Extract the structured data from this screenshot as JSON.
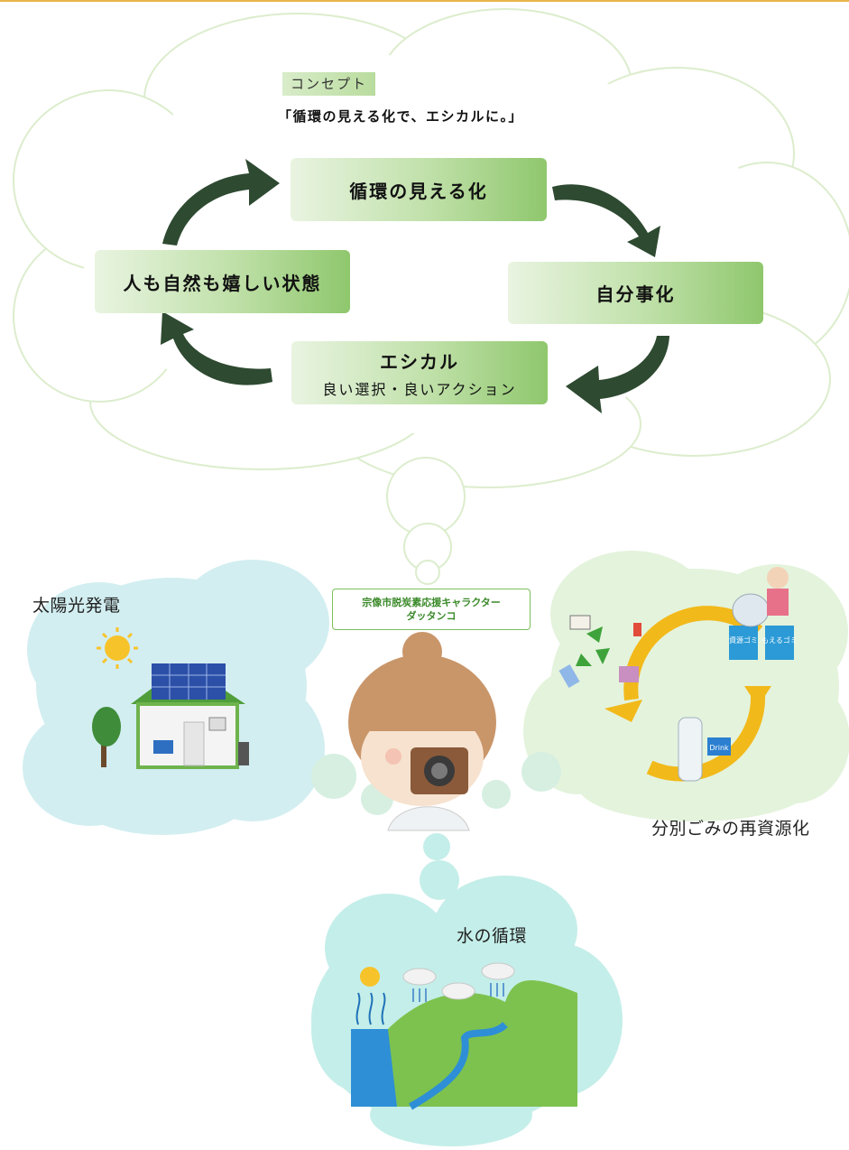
{
  "concept": {
    "tag": "コンセプト",
    "statement": "「循環の見える化で、エシカルに。」"
  },
  "cycle": {
    "top": "循環の見える化",
    "right": "自分事化",
    "bottom_main": "エシカル",
    "bottom_sub": "良い選択・良いアクション",
    "left": "人も自然も嬉しい状態"
  },
  "scenes": {
    "solar": "太陽光発電",
    "mascot_line1": "宗像市脱炭素応援キャラクター",
    "mascot_line2": "ダッタンコ",
    "recycle": "分別ごみの再資源化",
    "water": "水の循環",
    "bin_labels": [
      "資源ゴミ",
      "もえるゴミ"
    ],
    "bottle_label": "Drink"
  },
  "colors": {
    "arrow": "#2e4a31",
    "box_gradient_end": "#8fc76d",
    "cloud_outline": "#dcedcd",
    "cloud_blue": "#cfeef0",
    "cloud_green": "#e4f3dc"
  }
}
